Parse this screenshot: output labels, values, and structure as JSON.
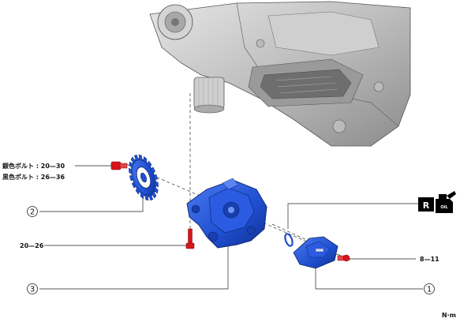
{
  "torque_labels": {
    "silver_bolt": "銀色ボルト : 20—30",
    "black_bolt": "黒色ボルト : 26—36",
    "bottom_bolt": "20—26",
    "right_bolt": "8—11"
  },
  "callouts": {
    "c1": "1",
    "c2": "2",
    "c3": "3"
  },
  "unit_label": "N·m",
  "oil_symbol": {
    "letter": "R",
    "can_text": "OIL"
  },
  "colors": {
    "part_blue": "#1f4fd0",
    "bolt_red": "#d9141b",
    "engine_gray": "#b9b9b9"
  }
}
